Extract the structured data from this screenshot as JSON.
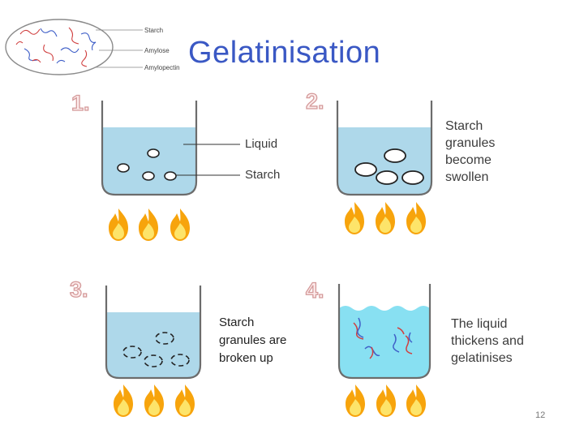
{
  "title": "Gelatinisation",
  "legend": {
    "starch": "Starch",
    "amylose": "Amylose",
    "amylopectin": "Amylopectin"
  },
  "steps": [
    {
      "number": "1.",
      "labels": [
        "Liquid",
        "Starch"
      ]
    },
    {
      "number": "2.",
      "description": "Starch granules become swollen"
    },
    {
      "number": "3.",
      "description": "Starch granules are broken up"
    },
    {
      "number": "4.",
      "description": "The liquid thickens and gelatinises"
    }
  ],
  "colors": {
    "title": "#3a58c4",
    "water": "#aed8ea",
    "gel": "#88e0f2",
    "flame": "#f6a20a"
  },
  "icons": [
    "flame-icon",
    "beaker-icon",
    "starch-granule-icon"
  ],
  "page_number": "12"
}
